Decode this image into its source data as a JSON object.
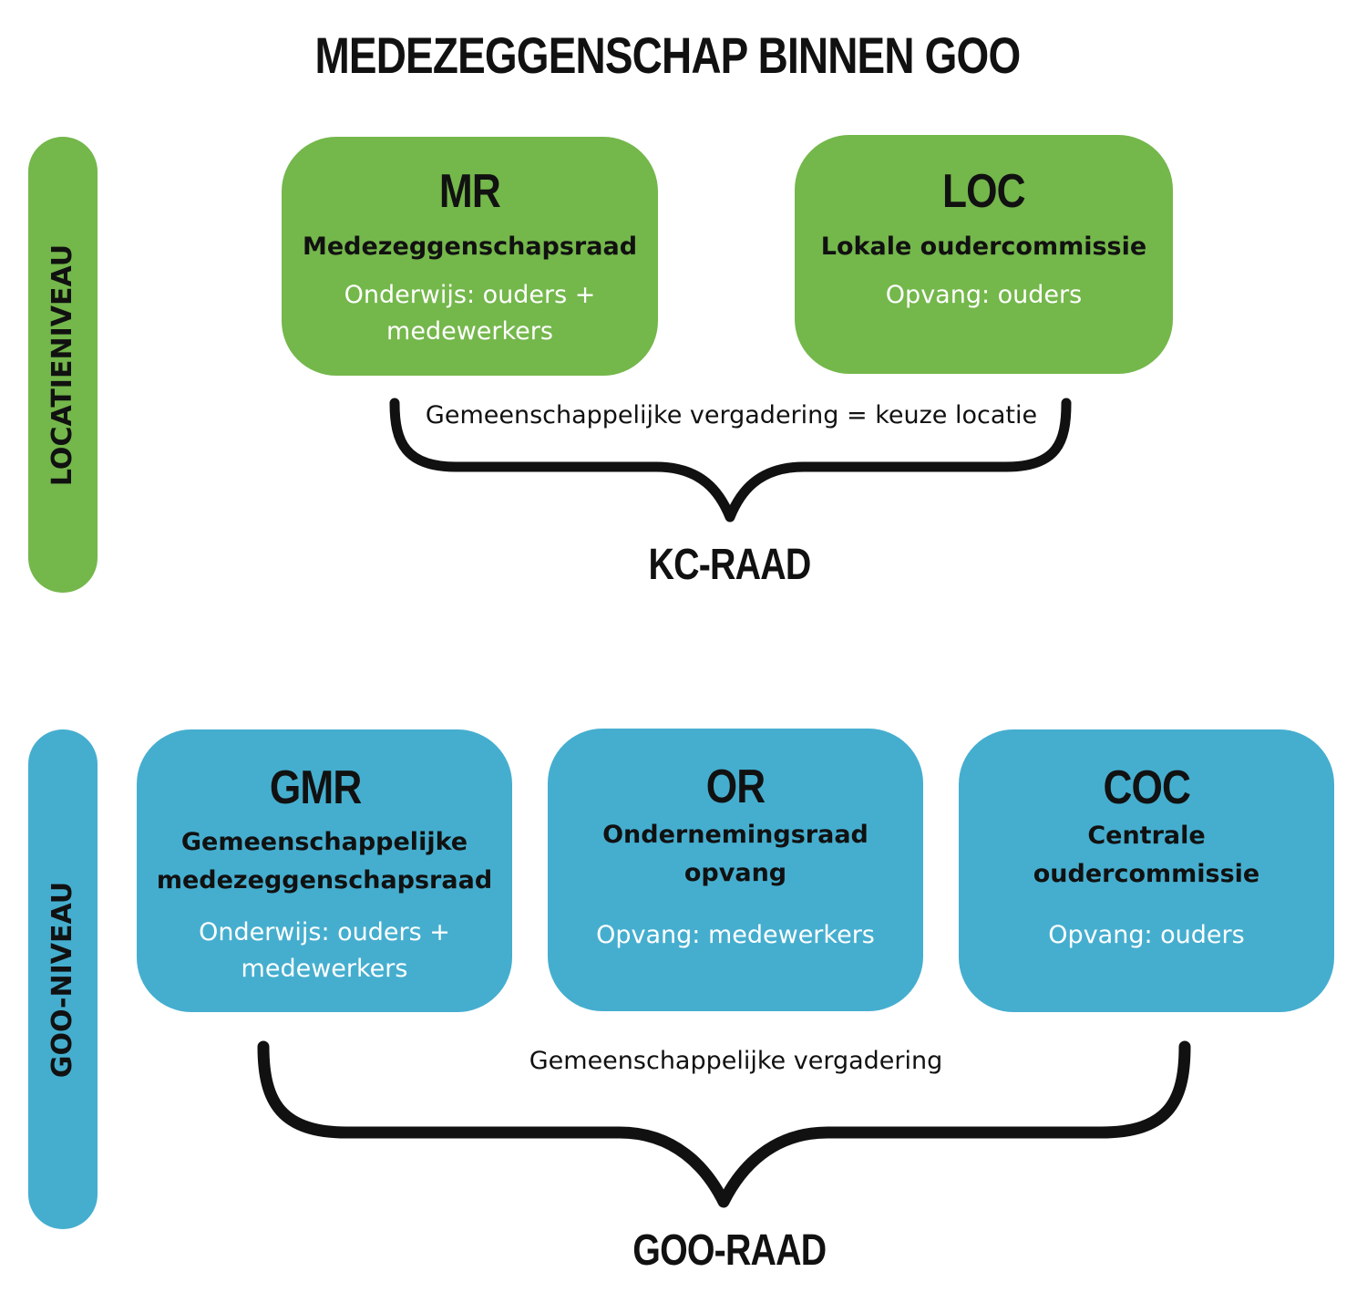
{
  "title": "MEDEZEGGENSCHAP BINNEN GOO",
  "colors": {
    "green": "#74b74b",
    "blue": "#45aecf",
    "text": "#111111",
    "desc": "#ffffff"
  },
  "levels": {
    "locatie": {
      "label": "LOCATIENIVEAU",
      "boxes": [
        {
          "abbr": "MR",
          "full": "Medezeggenschapsraad",
          "desc": "Onderwijs: ouders + medewerkers"
        },
        {
          "abbr": "LOC",
          "full": "Lokale oudercommissie",
          "desc": "Opvang: ouders"
        }
      ],
      "meeting": "Gemeenschappelijke vergadering = keuze locatie",
      "council": "KC-RAAD"
    },
    "goo": {
      "label": "GOO-NIVEAU",
      "boxes": [
        {
          "abbr": "GMR",
          "full": "Gemeenschappelijke medezeggenschapsraad",
          "desc": "Onderwijs: ouders + medewerkers"
        },
        {
          "abbr": "OR",
          "full": "Ondernemingsraad opvang",
          "desc": "Opvang: medewerkers"
        },
        {
          "abbr": "COC",
          "full": "Centrale oudercommissie",
          "desc": "Opvang: ouders"
        }
      ],
      "meeting": "Gemeenschappelijke vergadering",
      "council": "GOO-RAAD"
    }
  }
}
